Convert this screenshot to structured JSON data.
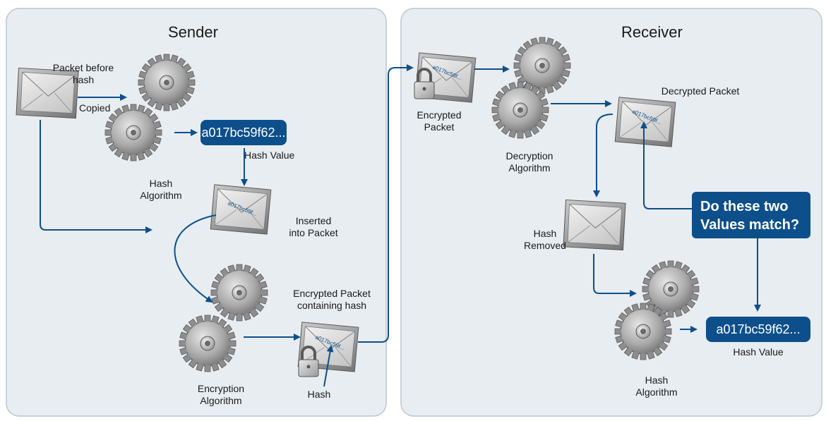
{
  "sender": {
    "title": "Sender",
    "packet_before_hash": "Packet before\nhash",
    "copied": "Copied",
    "hash_algorithm": "Hash\nAlgorithm",
    "hash_value_box": "a017bc59f62...",
    "hash_value_label": "Hash Value",
    "inserted_into_packet": "Inserted\ninto Packet",
    "encryption_algorithm": "Encryption\nAlgorithm",
    "encrypted_packet_containing_hash": "Encrypted Packet\ncontaining hash",
    "hash": "Hash",
    "envelope_hash_text": "a017bc59f..."
  },
  "receiver": {
    "title": "Receiver",
    "encrypted_packet": "Encrypted\nPacket",
    "decryption_algorithm": "Decryption\nAlgorithm",
    "decrypted_packet": "Decrypted Packet",
    "hash_removed": "Hash\nRemoved",
    "question": "Do these two\nValues match?",
    "hash_algorithm": "Hash\nAlgorithm",
    "hash_value_box": "a017bc59f62...",
    "hash_value_label": "Hash Value",
    "envelope_hash_text": "a017bc59f..."
  },
  "colors": {
    "accent": "#0d4f8b",
    "panel_fill": "#e8edf1",
    "panel_border": "#b9c6d1",
    "gear": "#9a9a9a"
  }
}
